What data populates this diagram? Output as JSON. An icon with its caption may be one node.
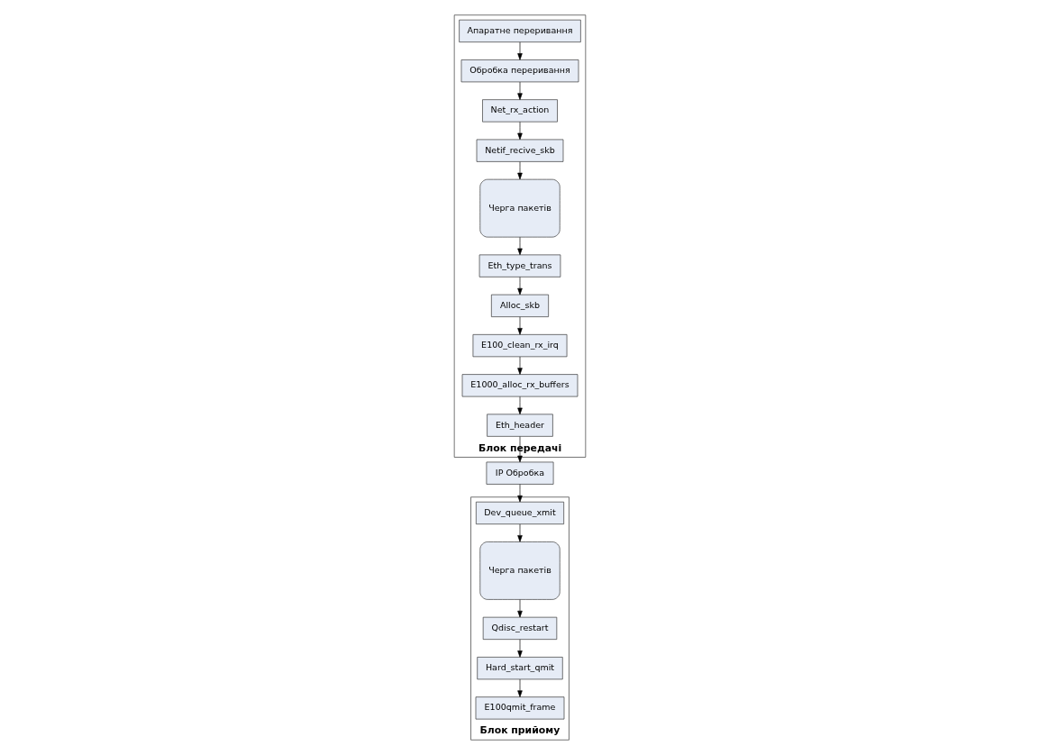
{
  "diagram": {
    "nodes": [
      {
        "text": [
          "IP Обробка"
        ]
      },
      {
        "text": [
          "Блок передачі"
        ]
      },
      {
        "text": [
          "Черга пакетів"
        ],
        "in": 1
      },
      {
        "text": [
          "Netif_recive_skb"
        ],
        "in": 1
      },
      {
        "text": [
          "Net_rx_action"
        ],
        "in": 1
      },
      {
        "text": [
          "Обробка переривання"
        ],
        "in": 1
      },
      {
        "text": [
          "Апаратне переривання"
        ],
        "in": 1
      },
      {
        "text": [
          "Eth_header"
        ],
        "in": 1
      },
      {
        "text": [
          "E1000_alloc_rx_buffers"
        ],
        "in": 1
      },
      {
        "text": [
          "E100_clean_rx_irq"
        ],
        "in": 1
      },
      {
        "text": [
          "Alloc_skb"
        ],
        "in": 1
      },
      {
        "text": [
          "Eth_type_trans"
        ],
        "in": 1
      },
      {
        "text": [
          "Блок прийому"
        ]
      },
      {
        "text": [
          "Dev_queue_xmit"
        ],
        "in": 12
      },
      {
        "text": [
          "Черга пакетів"
        ],
        "in": 12
      },
      {
        "text": [
          "Qdisc_restart"
        ],
        "in": 12
      },
      {
        "text": [
          "Hard_start_qmit"
        ],
        "in": 12
      },
      {
        "text": [
          "E100qmit_frame"
        ],
        "in": 12
      }
    ],
    "edges": [
      {
        "from": 6,
        "to": 5,
        "arrow": "to"
      },
      {
        "from": 5,
        "to": 4,
        "arrow": "to"
      },
      {
        "from": 4,
        "to": 3,
        "arrow": "to"
      },
      {
        "from": 3,
        "to": 2,
        "arrow": "to"
      },
      {
        "from": 2,
        "to": 11,
        "arrow": "to"
      },
      {
        "from": 11,
        "to": 10,
        "arrow": "to"
      },
      {
        "from": 10,
        "to": 9,
        "arrow": "to"
      },
      {
        "from": 9,
        "to": 8,
        "arrow": "to"
      },
      {
        "from": 8,
        "to": 7,
        "arrow": "to"
      },
      {
        "from": 7,
        "to": 0,
        "arrow": "to"
      },
      {
        "from": 0,
        "to": 13,
        "arrow": "to"
      },
      {
        "from": 13,
        "to": 14,
        "arrow": "to"
      },
      {
        "from": 14,
        "to": 15,
        "arrow": "to"
      },
      {
        "from": 15,
        "to": 16,
        "arrow": "to"
      },
      {
        "from": 16,
        "to": 17,
        "arrow": "to"
      }
    ]
  }
}
